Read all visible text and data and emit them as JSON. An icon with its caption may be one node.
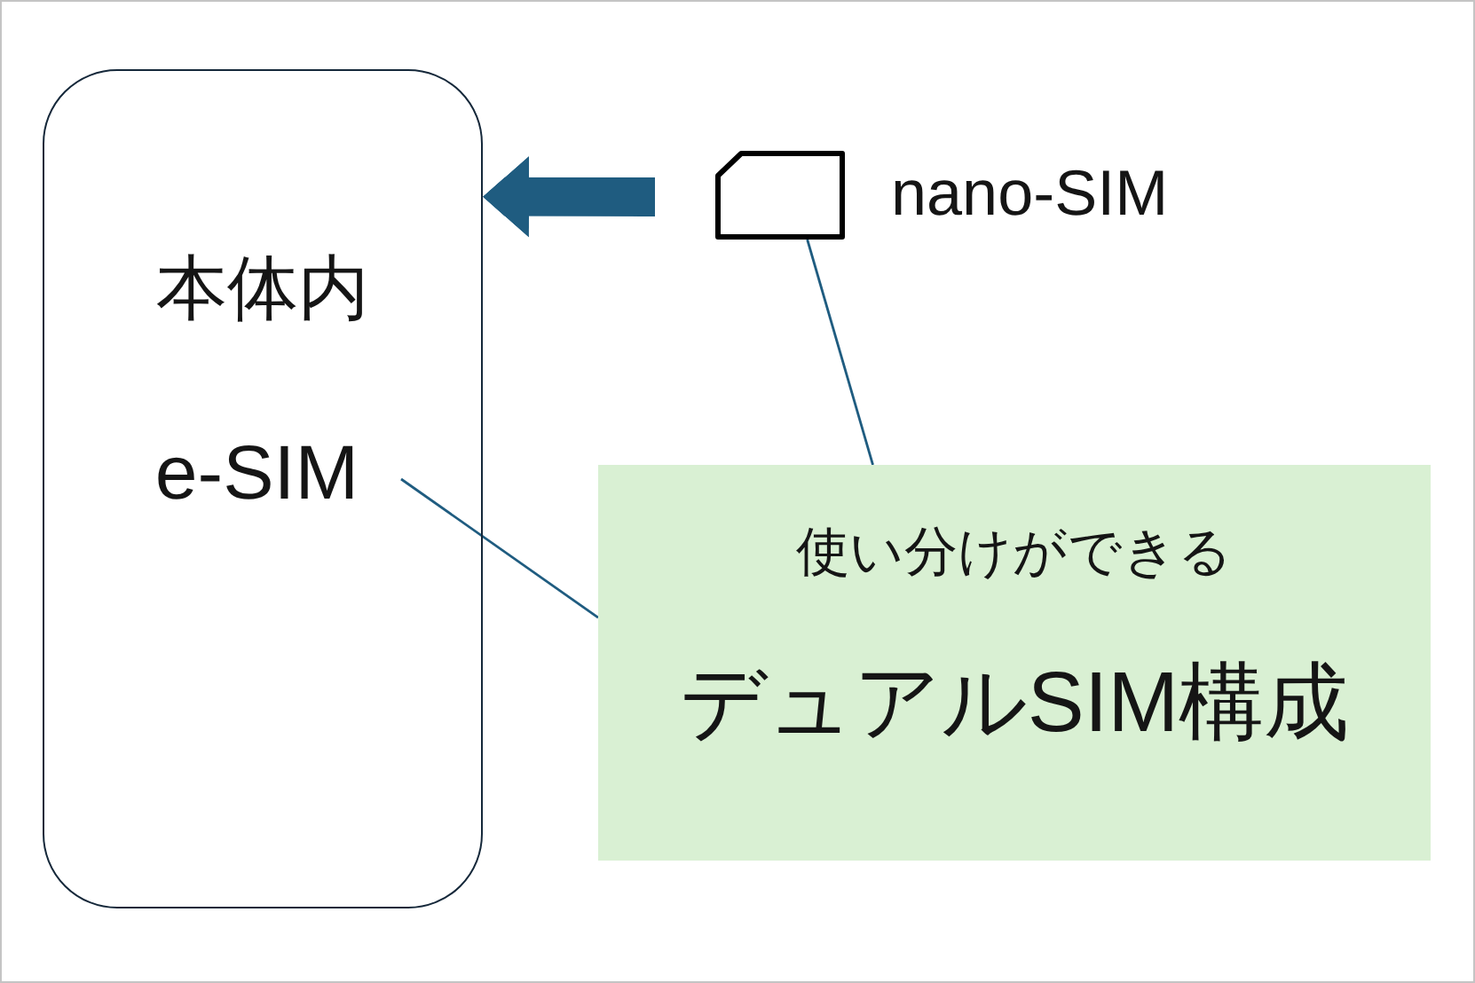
{
  "diagram": {
    "nodes": [
      {
        "text": [
          "本体内"
        ]
      },
      {
        "text": [
          "e-SIM"
        ],
        "in": 0
      },
      {
        "text": [],
        "shape": "card",
        "beside": [
          "nano-SIM"
        ]
      },
      {
        "text": [
          "使い分けができる",
          "デュアルSIM構成"
        ]
      }
    ],
    "edges": [
      {
        "from": 2,
        "to": 0,
        "arrow": "to",
        "style": "thick"
      },
      {
        "from": 1,
        "to": 3,
        "arrow": "none"
      },
      {
        "from": 2,
        "to": 3,
        "arrow": "none"
      }
    ]
  }
}
